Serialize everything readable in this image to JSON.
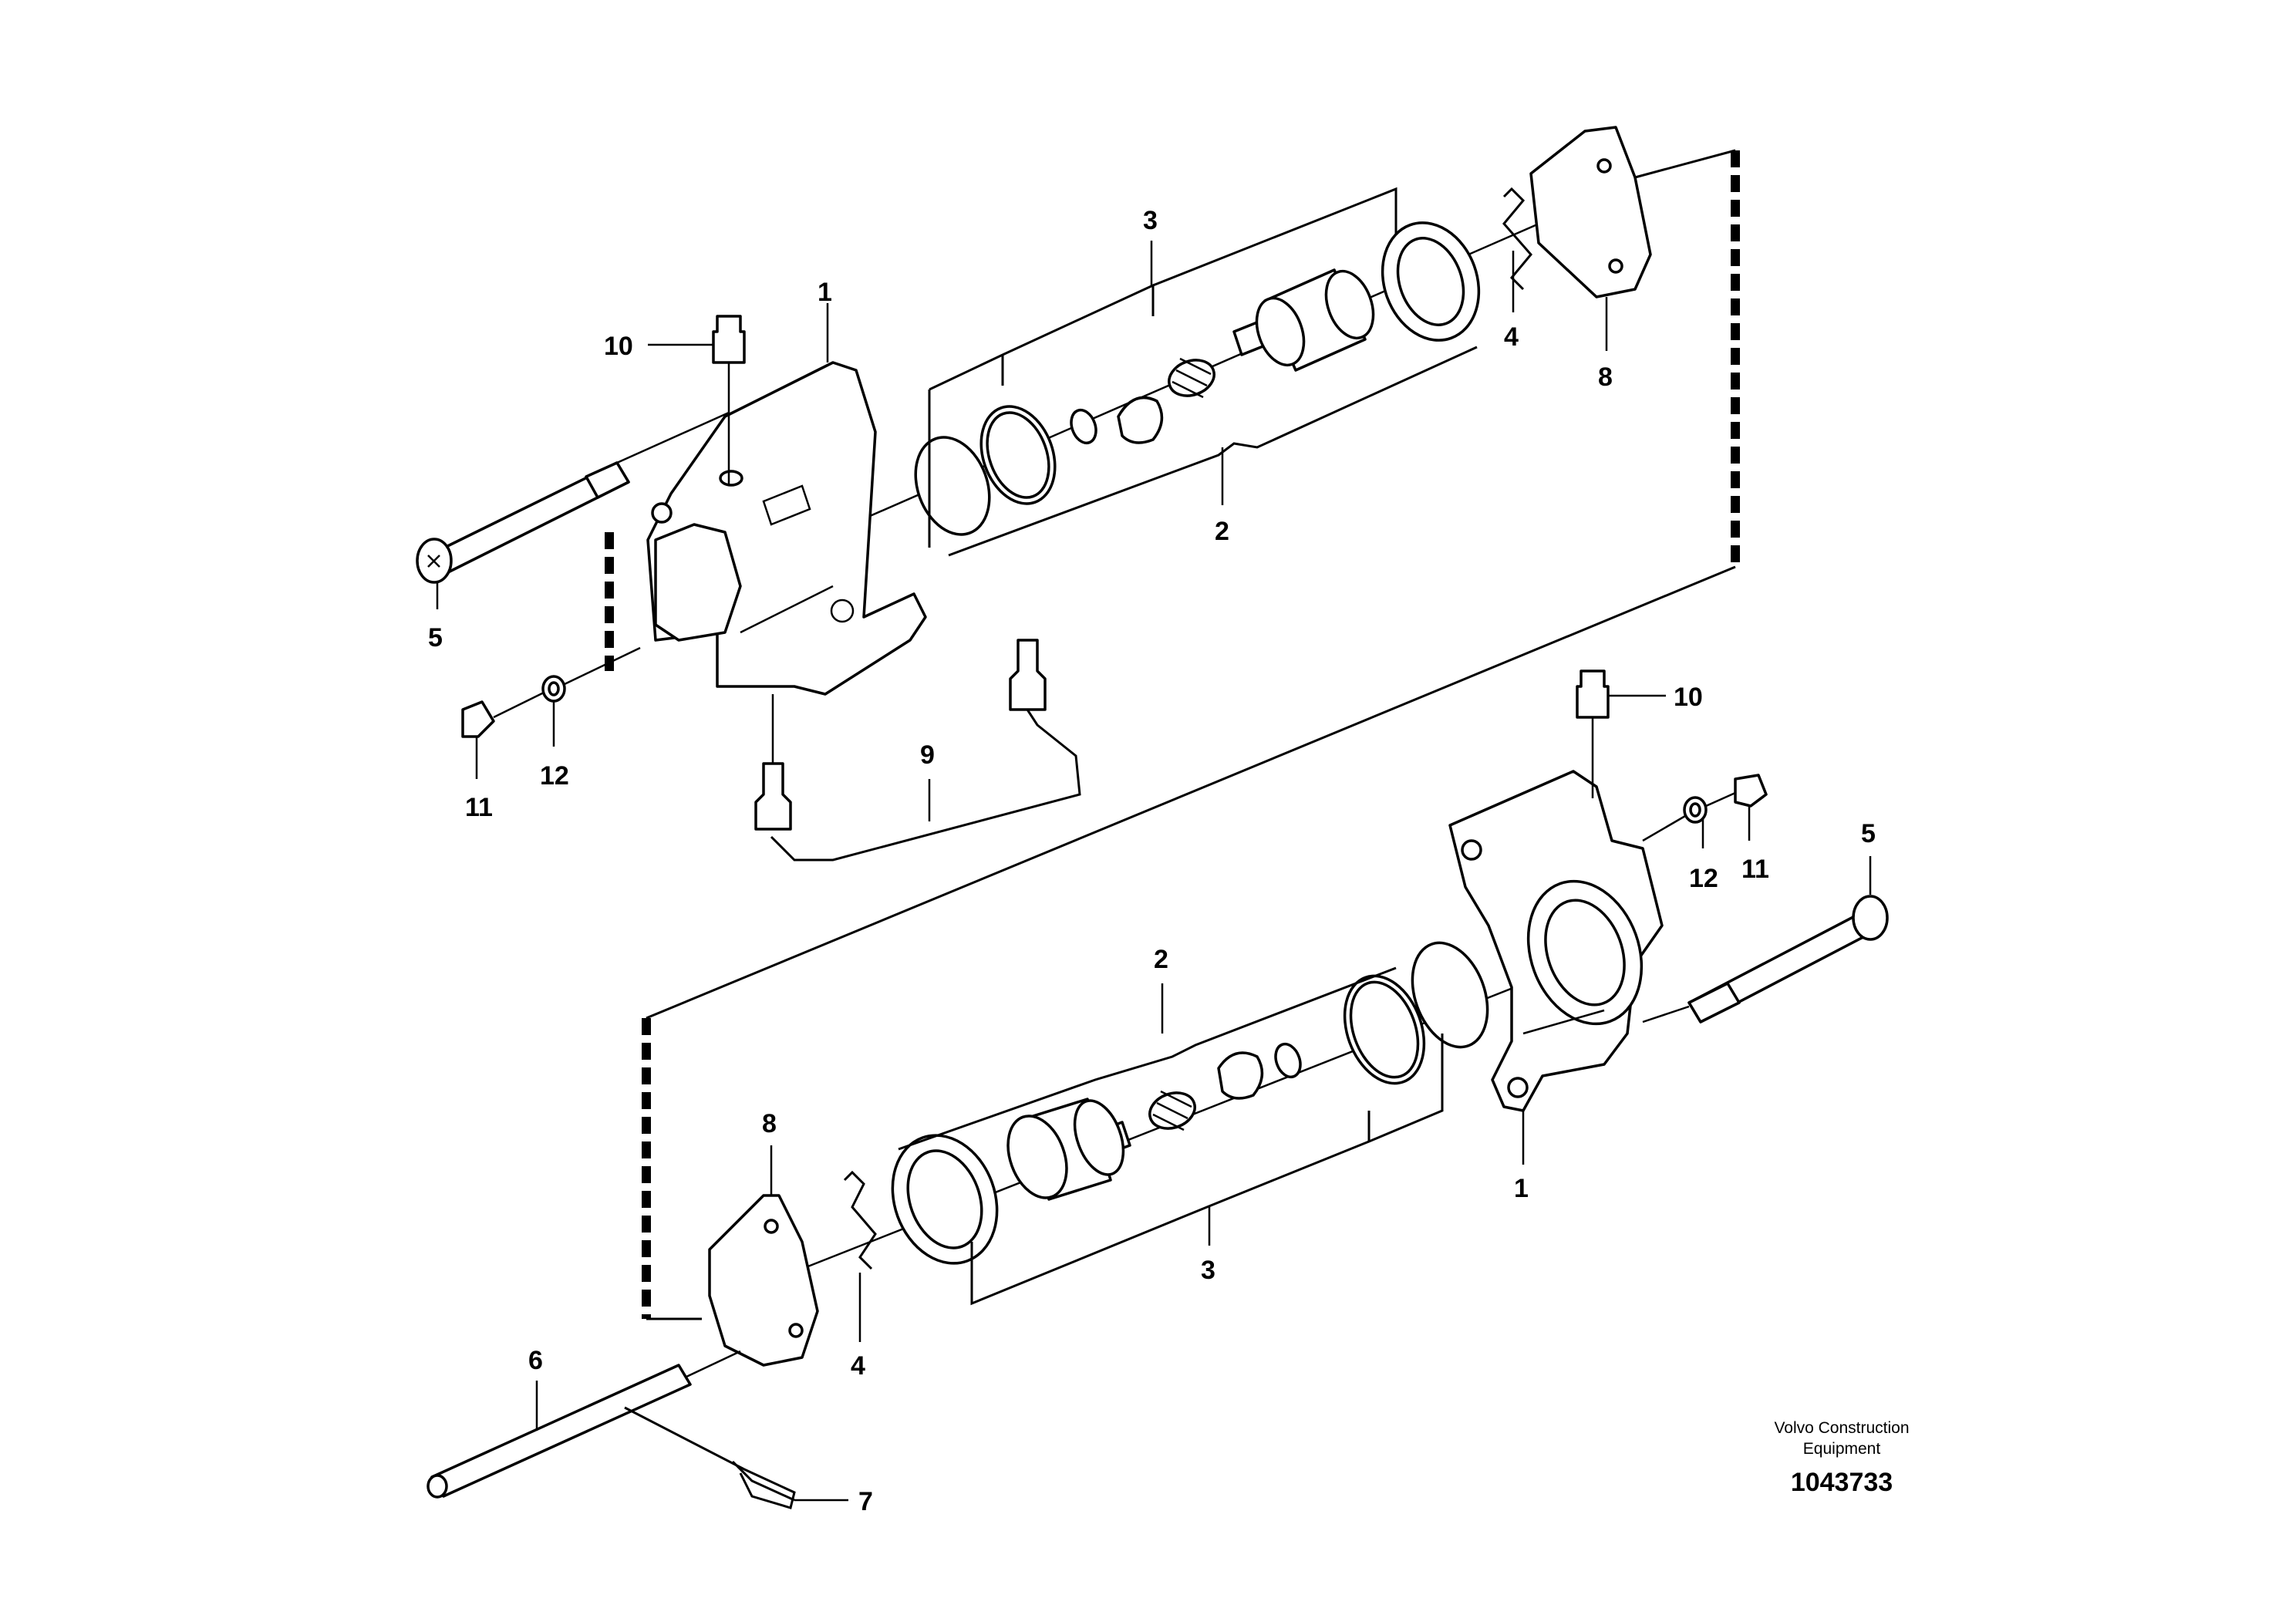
{
  "callouts_upper": {
    "c1": "1",
    "c2": "2",
    "c3": "3",
    "c4": "4",
    "c5": "5",
    "c8": "8",
    "c9": "9",
    "c10": "10",
    "c11": "11",
    "c12": "12"
  },
  "callouts_lower": {
    "c1": "1",
    "c2": "2",
    "c3": "3",
    "c4": "4",
    "c5": "5",
    "c6": "6",
    "c7": "7",
    "c8": "8",
    "c10": "10",
    "c11": "11",
    "c12": "12"
  },
  "credit": {
    "line1": "Volvo Construction",
    "line2": "Equipment",
    "ref": "1043733"
  }
}
